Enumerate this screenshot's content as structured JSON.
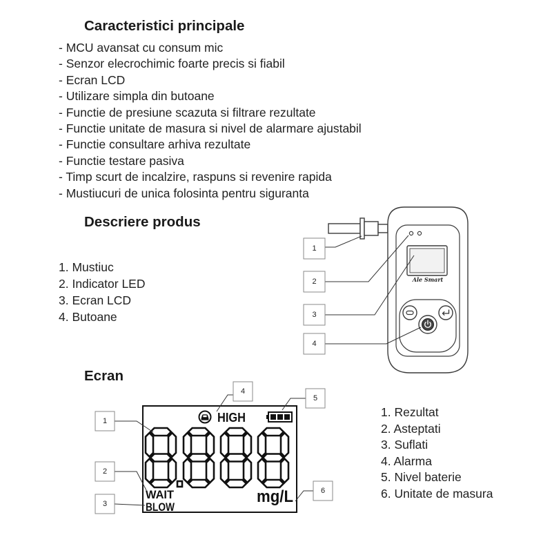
{
  "features": {
    "title": "Caracteristici principale",
    "items": [
      "- MCU avansat cu consum mic",
      "- Senzor elecrochimic foarte precis si fiabil",
      "- Ecran LCD",
      "- Utilizare simpla din butoane",
      "- Functie de presiune scazuta si filtrare rezultate",
      "- Functie unitate de masura si nivel de alarmare ajustabil",
      "- Functie consultare arhiva rezultate",
      "- Functie testare pasiva",
      "- Timp scurt de incalzire, raspuns si revenire rapida",
      "- Mustiucuri de unica folosinta pentru siguranta"
    ]
  },
  "product": {
    "title": "Descriere produs",
    "items": [
      "1. Mustiuc",
      "2. Indicator LED",
      "3. Ecran LCD",
      "4. Butoane"
    ],
    "callouts": [
      "1",
      "2",
      "3",
      "4"
    ],
    "device": {
      "brand": "Ale Smart",
      "icons": [
        "minus-icon",
        "power-icon",
        "enter-arrow-icon"
      ]
    }
  },
  "screen": {
    "title": "Ecran",
    "items": [
      "1. Rezultat",
      "2. Asteptati",
      "3. Suflati",
      "4. Alarma",
      "5. Nivel baterie",
      "6. Unitate de masura"
    ],
    "callouts": [
      "1",
      "2",
      "3",
      "4",
      "5",
      "6"
    ],
    "lcd": {
      "reading": "8.888",
      "alarm_icon": "car-icon",
      "alarm_label": "HIGH",
      "wait_label": "WAIT",
      "blow_label": "BLOW",
      "unit": "mg/L",
      "battery_icon": "battery-icon",
      "battery_bars": 3
    }
  }
}
